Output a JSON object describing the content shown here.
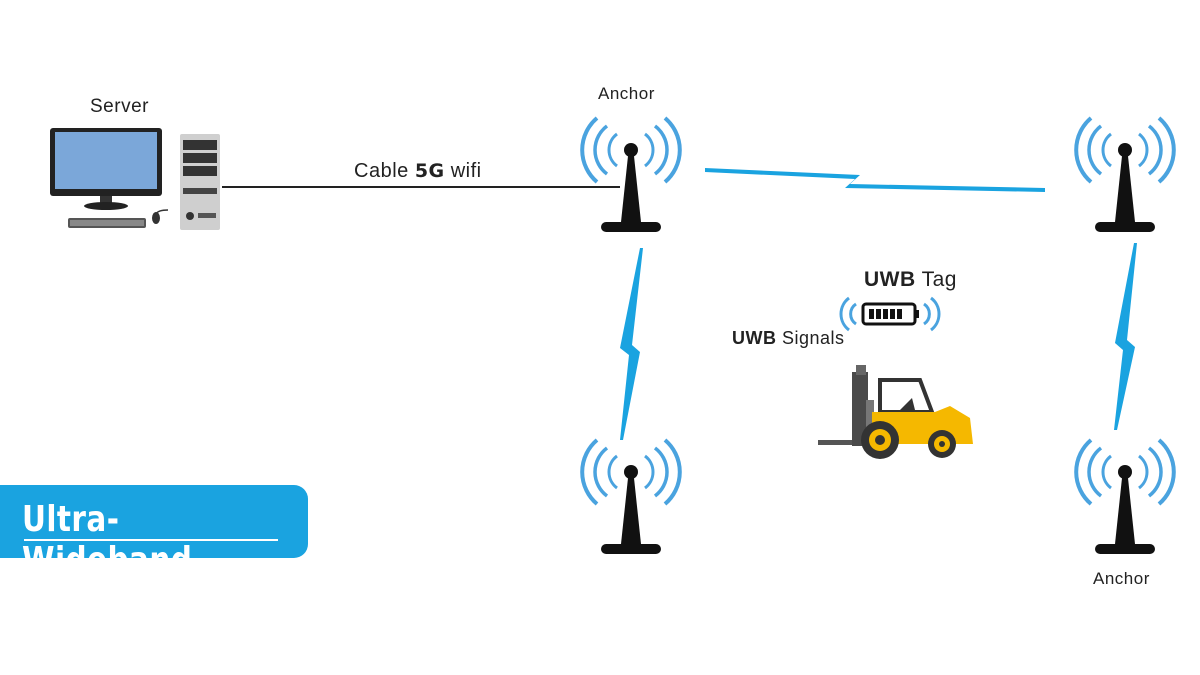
{
  "title": "Ultra-Wideband",
  "server": {
    "label": "Server"
  },
  "anchors": [
    {
      "label": "Anchor"
    },
    {
      "label": ""
    },
    {
      "label": ""
    },
    {
      "label": "Anchor"
    }
  ],
  "link": {
    "prefix": "Cable",
    "highlight": "5G",
    "suffix": "wifi"
  },
  "tag": {
    "bold": "UWB",
    "rest": "Tag"
  },
  "signals": {
    "bold": "UWB",
    "rest": "Signals"
  },
  "colors": {
    "accent": "#1aa3e0",
    "signal": "#4aa3df",
    "tower": "#111111",
    "forklift": "#f5b800",
    "monitor": "#7ba7d9"
  }
}
